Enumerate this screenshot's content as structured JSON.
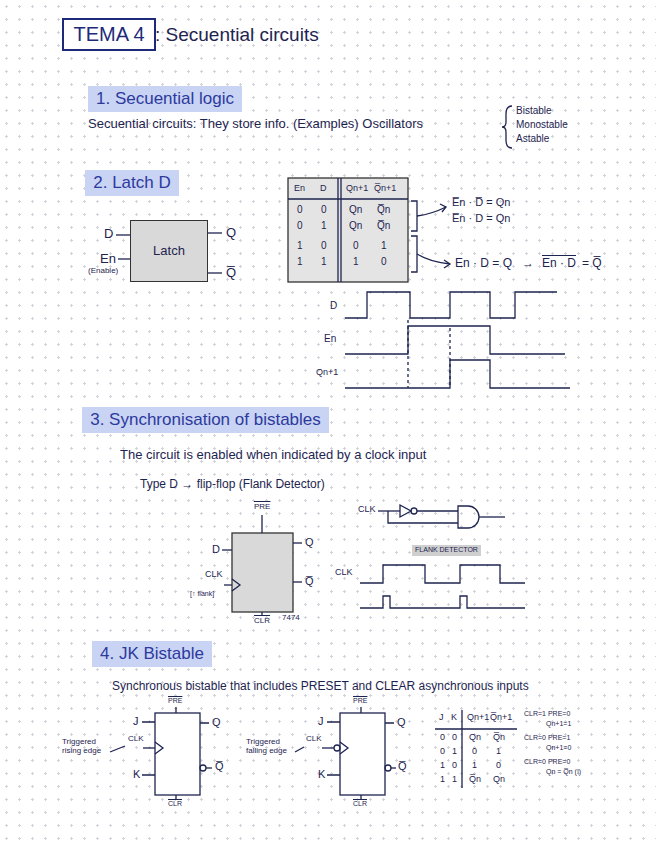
{
  "diagram": {
    "nodes": [
      {
        "text": [
          "TEMA 4"
        ]
      },
      {
        "text": [
          "1. Secuential logic"
        ]
      },
      {
        "text": [
          "2. Latch D"
        ]
      },
      {
        "text": [
          "Latch"
        ]
      },
      {
        "text": [
          "3. Synchronisation of bistables"
        ]
      },
      {
        "text": [
          "FLANK DETECTOR"
        ]
      },
      {
        "text": [
          "4. JK Bistable"
        ]
      }
    ],
    "labels": [
      ": Secuential circuits",
      "Secuential circuits: They store info. (Examples) Oscillators",
      "Bistable",
      "Monostable",
      "Astable",
      "D",
      "En",
      "(Enable)",
      "Q",
      "Q̅",
      "En",
      "D",
      "Qn+1",
      "Q̅n+1",
      "0",
      "0",
      "Qn",
      "Q̅n",
      "0",
      "1",
      "Qn",
      "Q̅n",
      "1",
      "0",
      "0",
      "1",
      "1",
      "1",
      "1",
      "0",
      "E̅n · D̅ = Qn",
      "E̅n · D = Qn",
      "En · D = Q",
      "→",
      "En · D",
      "= Q̅",
      "D",
      "En",
      "Qn+1",
      "The circuit is enabled when indicated by a clock input",
      "Type D → flip-flop (Flank Detector)",
      "CLK",
      "PRE",
      "D",
      "Q",
      "CLK",
      "[↑ flank]",
      "Q̅",
      "CLR",
      "7474",
      "CLK",
      "Synchronous bistable that includes PRESET and CLEAR asynchronous inputs",
      "PRE",
      "J",
      "Q",
      "CLK",
      "K",
      "Q̅",
      "CLR",
      "Triggered rising edge",
      "PRE",
      "J",
      "Q",
      "CLK",
      "K",
      "Q̅",
      "CLR",
      "Triggered falling edge",
      "J",
      "K",
      "Qn+1",
      "Q̅n+1",
      "0",
      "0",
      "Qn",
      "Q̅n",
      "0",
      "1",
      "0",
      "1",
      "1",
      "0",
      "1",
      "0",
      "1",
      "1",
      "Q̅n",
      "Qn",
      "CLR=1 PRE=0",
      "Qn+1=1",
      "CLR=0 PRE=1",
      "Qn+1=0",
      "CLR=0 PRE=0",
      "Qn = Q̅n (!)"
    ]
  }
}
